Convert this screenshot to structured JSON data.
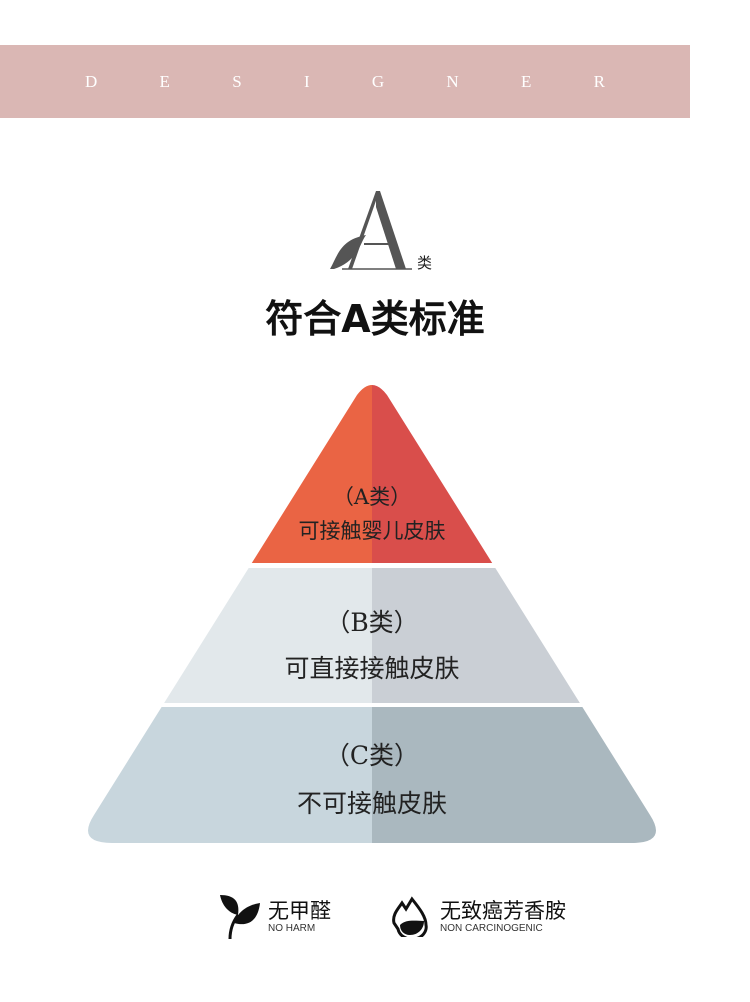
{
  "header": {
    "letters": [
      "D",
      "E",
      "S",
      "I",
      "G",
      "N",
      "E",
      "R"
    ],
    "color": "#dab7b4"
  },
  "logo": {
    "letter": "A",
    "suffix": "类"
  },
  "title": "符合A类标准",
  "pyramid": [
    {
      "grade": "（A类）",
      "desc": "可接触婴儿皮肤",
      "colors": [
        "#ea6444",
        "#d94e4b"
      ]
    },
    {
      "grade": "（B类）",
      "desc": "可直接接触皮肤",
      "colors": [
        "#e2e8eb",
        "#cacfd5"
      ]
    },
    {
      "grade": "（C类）",
      "desc": "不可接触皮肤",
      "colors": [
        "#c8d6dd",
        "#aab8bf"
      ]
    }
  ],
  "features": [
    {
      "icon": "leaf-icon",
      "zh": "无甲醛",
      "en": "NO HARM"
    },
    {
      "icon": "drops-icon",
      "zh": "无致癌芳香胺",
      "en": "NON CARCINOGENIC"
    }
  ]
}
